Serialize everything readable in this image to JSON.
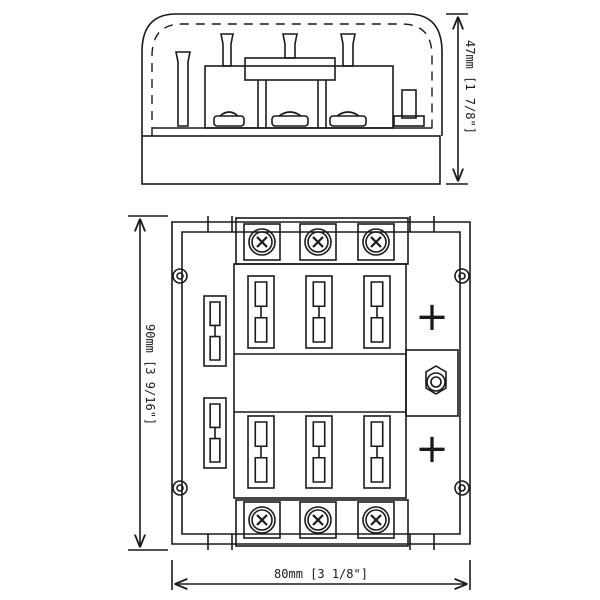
{
  "dimensions": {
    "height": "47mm [1 7/8\"]",
    "depth": "90mm [3 9/16\"]",
    "width": "80mm [3 1/8\"]"
  },
  "labels": {
    "plus_top": "+",
    "plus_bottom": "+"
  },
  "fuses": {
    "top_row_count": 3,
    "bottom_row_count": 3,
    "side_count": 2,
    "terminal_screws_top": 3,
    "terminal_screws_bottom": 3
  }
}
